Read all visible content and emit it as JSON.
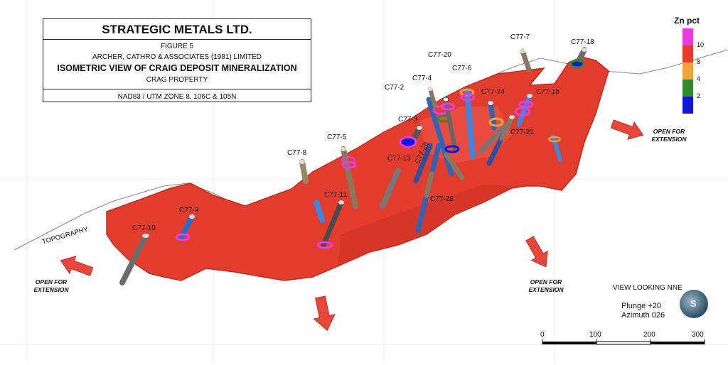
{
  "title_block": {
    "company": "STRATEGIC METALS LTD.",
    "figure": "FIGURE 5",
    "consultant": "ARCHER, CATHRO & ASSOCIATES (1981) LIMITED",
    "heading": "ISOMETRIC VIEW OF CRAIG DEPOSIT MINERALIZATION",
    "property": "CRAG PROPERTY",
    "projection": "NAD83 / UTM ZONE 8, 106C & 105N"
  },
  "legend": {
    "title": "Zn pct",
    "ticks": [
      "10",
      "8",
      "4",
      "2"
    ],
    "colors": [
      "#e83be2",
      "#e83a2c",
      "#f1a33a",
      "#2e8b2e",
      "#1414d8"
    ]
  },
  "labels": {
    "topography": "TOPOGRAPHY",
    "open_extension": "OPEN FOR\nEXTENSION",
    "view": "VIEW LOOKING NNE",
    "plunge": "Plunge +20",
    "azimuth": "Azimuth 026",
    "logo": "S"
  },
  "drillholes": [
    "C77-10",
    "C77-9",
    "C77-11",
    "C77-8",
    "C77-5",
    "C77-13",
    "C77-3",
    "C77-26",
    "C77-28",
    "C77-2",
    "C77-4",
    "C77-20",
    "C77-6",
    "C77-24",
    "C77-7",
    "C77-18",
    "C77-15",
    "C77-21"
  ],
  "scale": {
    "ticks": [
      "0",
      "100",
      "200",
      "300"
    ]
  },
  "colors": {
    "zone": "#e23c2d",
    "zone_edge": "#c52a22",
    "topo": "#888888",
    "arrow": "#e8463a"
  }
}
